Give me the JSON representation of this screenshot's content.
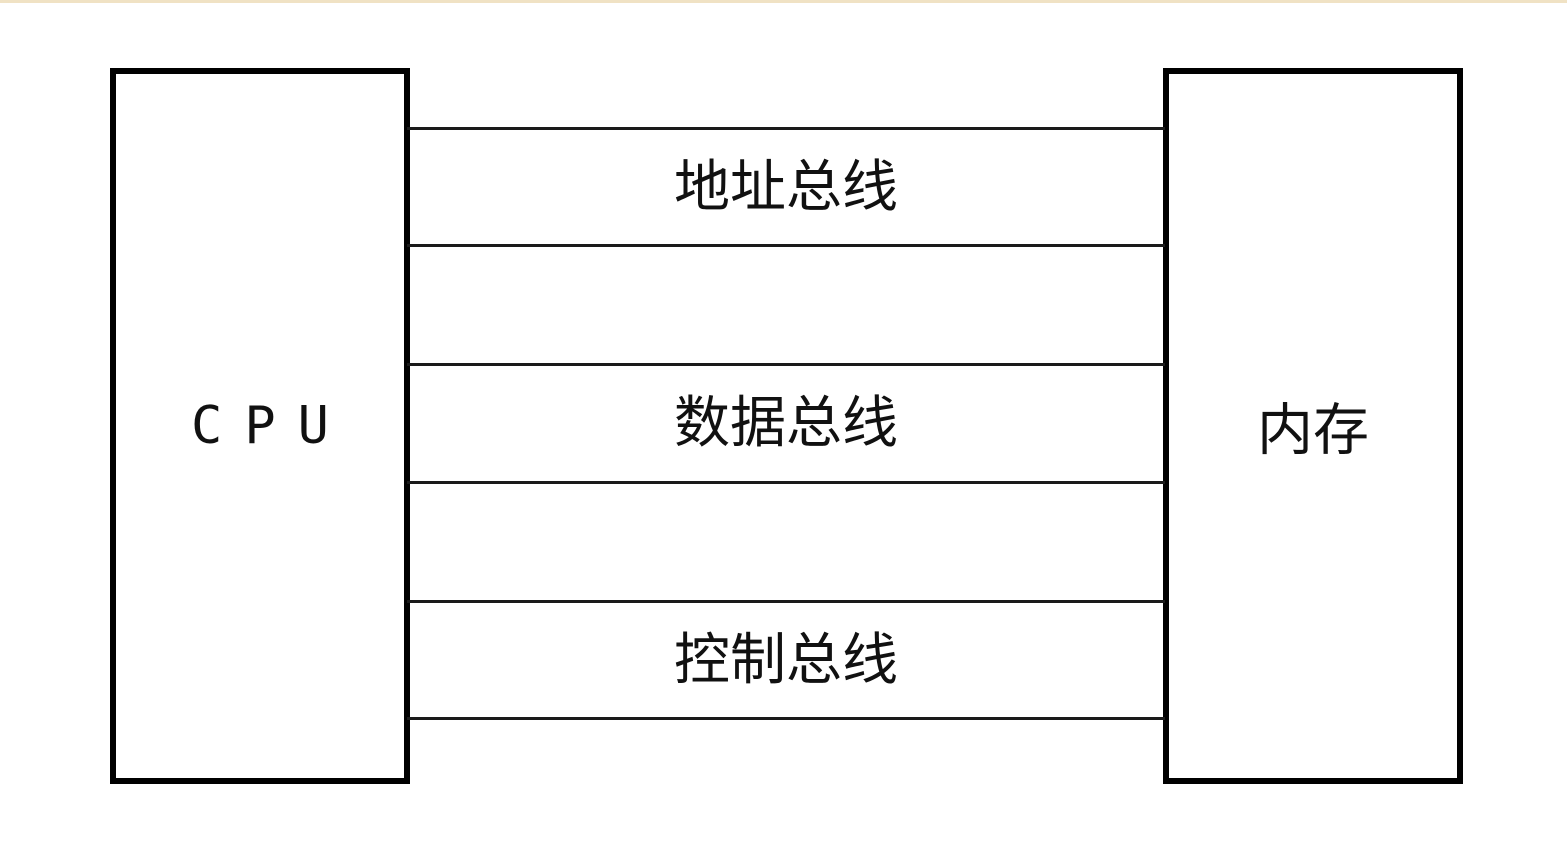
{
  "diagram": {
    "left_component": {
      "label": "CPU"
    },
    "right_component": {
      "label": "内存"
    },
    "buses": [
      {
        "label": "地址总线"
      },
      {
        "label": "数据总线"
      },
      {
        "label": "控制总线"
      }
    ]
  },
  "colors": {
    "line": "#000000",
    "background": "#ffffff"
  }
}
